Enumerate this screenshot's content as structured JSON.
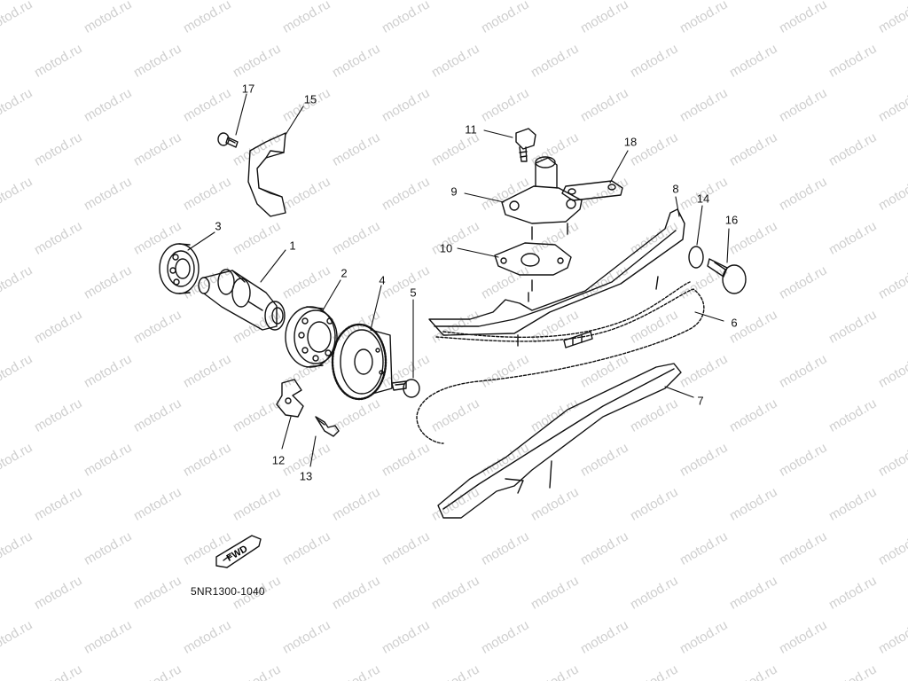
{
  "watermark": "motod.ru",
  "diagram_code": "5NR1300-1040",
  "fwd_label": "FWD",
  "callouts": {
    "p1": "1",
    "p2": "2",
    "p3": "3",
    "p4": "4",
    "p5": "5",
    "p6": "6",
    "p7": "7",
    "p8": "8",
    "p9": "9",
    "p10": "10",
    "p11": "11",
    "p12": "12",
    "p13": "13",
    "p14": "14",
    "p15": "15",
    "p16": "16",
    "p17": "17",
    "p18": "18"
  }
}
